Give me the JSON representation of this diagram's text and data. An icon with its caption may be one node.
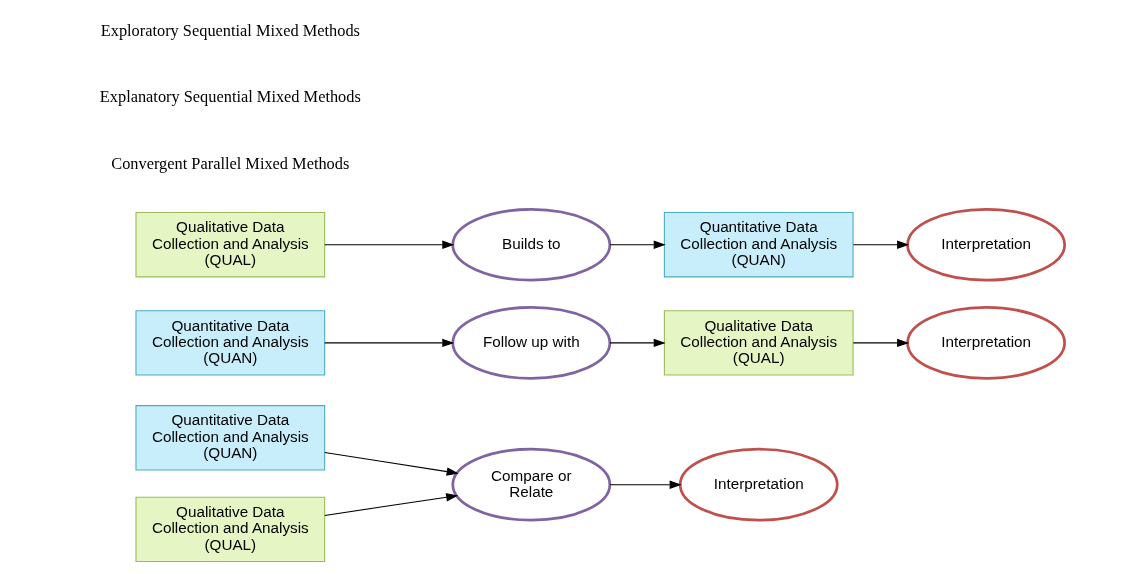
{
  "diagram": {
    "nodes": [
      {
        "text": [
          "Quantitative Data Collection and Analysis (QUAN)"
        ]
      },
      {
        "text": [
          "Qualitative Data Collection and Analysis (QUAL)"
        ]
      },
      {
        "text": [
          "Compare or Relate"
        ]
      },
      {
        "text": [
          "Interpretation"
        ]
      },
      {
        "text": [
          "Quantitative Data Collection and Analysis (QUAN)"
        ]
      },
      {
        "text": [
          "Follow up with"
        ]
      },
      {
        "text": [
          "Qualitative Data Collection and Analysis (QUAL)"
        ]
      },
      {
        "text": [
          "Interpretation"
        ]
      },
      {
        "text": [
          "Qualitative Data Collection and Analysis (QUAL)"
        ]
      },
      {
        "text": [
          "Builds to"
        ]
      },
      {
        "text": [
          "Quantitative Data Collection and Analysis (QUAN)"
        ]
      },
      {
        "text": [
          "Interpretation"
        ]
      }
    ],
    "edges": [
      {
        "from": 0,
        "to": 2,
        "arrow": "to"
      },
      {
        "from": 1,
        "to": 2,
        "arrow": "to"
      },
      {
        "from": 2,
        "to": 3,
        "arrow": "to"
      },
      {
        "from": 4,
        "to": 5,
        "arrow": "to"
      },
      {
        "from": 5,
        "to": 6,
        "arrow": "to"
      },
      {
        "from": 6,
        "to": 7,
        "arrow": "to"
      },
      {
        "from": 8,
        "to": 9,
        "arrow": "to"
      },
      {
        "from": 9,
        "to": 10,
        "arrow": "to"
      },
      {
        "from": 10,
        "to": 11,
        "arrow": "to"
      }
    ],
    "labels": [
      "Convergent Parallel Mixed Methods",
      "Explanatory Sequential Mixed Methods",
      "Exploratory Sequential Mixed Methods"
    ]
  }
}
